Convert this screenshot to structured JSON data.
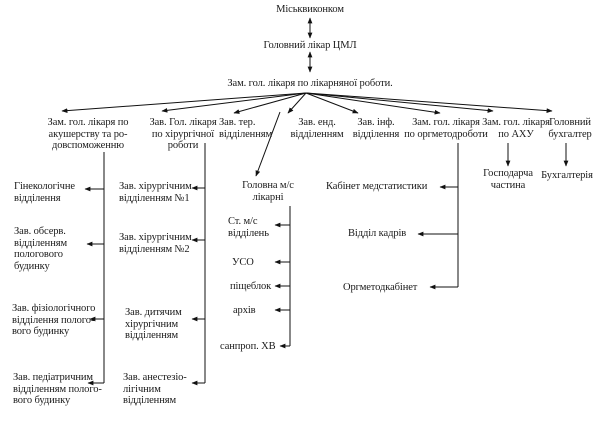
{
  "nodes": {
    "city_council": "Міськвиконком",
    "chief_doctor": "Головний лікар ЦМЛ",
    "deputy_medical": "Зам. гол. лікаря по лікарняної роботи.",
    "deputy_obstetrics": "Зам. гол. лікаря по\nакушерству та ро-\nдовспоможенню",
    "deputy_surgery": "Зав. Гол. лікаря\nпо хірургічної\nроботи",
    "head_therapy": "Зав. тер.\nвідділенням",
    "head_endocrinology": "Зав. енд.\nвідділенням",
    "head_infectious": "Зав. інф.\nвідділення",
    "deputy_expertise": "Зам. гол. лікаря\nпо оргметодроботи",
    "deputy_admin": "Зам. гол. лікаря\nпо АХУ",
    "chief_accountant": "Головний\nбухгалтер",
    "gynecology": "Гінекологічне\nвідділення",
    "obs_maternity": "Зав. обсерв.\nвідділенням\nпологового\nбудинку",
    "physio_maternity": "Зав. фізіологічного\nвідділення полого-\nвого будинку",
    "pediatric_maternity": "Зав. педіатричним\nвідділенням полого-\nвого будинку",
    "surgery1": "Зав. хірургічним\nвідділенням №1",
    "surgery2": "Зав. хірургічним\nвідділенням №2",
    "children_surgery": "Зав. дитячим\nхірургічним\nвідділенням",
    "anesthesiology": "Зав. анестезіо-\nлігічним\nвідділенням",
    "head_nurse": "Головна м/с\nлікарні",
    "senior_nurse": "Ст. м/с\nвідділень",
    "uso": "УСО",
    "food_unit": "піщеблок",
    "archive": "архів",
    "sanitation": "санпроп. ХВ",
    "statistics": "Кабінет медстатистики",
    "hr": "Відділ кадрів",
    "methods_office": "Оргметодкабінет",
    "maintenance": "Господарча\nчастина",
    "accounting": "Бухгалтерія"
  }
}
